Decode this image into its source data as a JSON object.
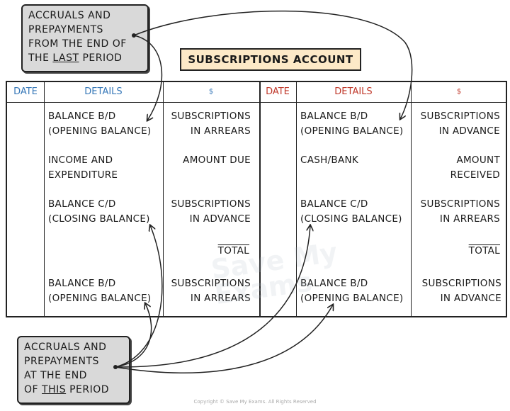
{
  "title": "SUBSCRIPTIONS ACCOUNT",
  "callout_last": {
    "lines": [
      "ACCRUALS AND",
      "PREPAYMENTS",
      "FROM THE END OF",
      "THE ",
      "LAST",
      " PERIOD"
    ]
  },
  "callout_this": {
    "lines": [
      "ACCRUALS AND",
      "PREPAYMENTS",
      "AT THE END",
      "OF ",
      "THIS",
      " PERIOD"
    ]
  },
  "headers": {
    "left": {
      "date": "DATE",
      "details": "DETAILS",
      "amount": "$"
    },
    "right": {
      "date": "DATE",
      "details": "DETAILS",
      "amount": "$"
    }
  },
  "rows": {
    "debit_details": [
      "BALANCE B/D\n(OPENING BALANCE)",
      "INCOME AND\nEXPENDITURE",
      "BALANCE C/D\n(CLOSING BALANCE)",
      "BALANCE B/D\n(OPENING BALANCE)"
    ],
    "debit_amounts": [
      "SUBSCRIPTIONS\nIN ARREARS",
      "AMOUNT DUE",
      "SUBSCRIPTIONS\nIN ADVANCE",
      "TOTAL",
      "SUBSCRIPTIONS\nIN ARREARS"
    ],
    "credit_details": [
      "BALANCE B/D\n(OPENING BALANCE)",
      "CASH/BANK",
      "BALANCE C/D\n(CLOSING BALANCE)",
      "BALANCE B/D\n(OPENING BALANCE)"
    ],
    "credit_amounts": [
      "SUBSCRIPTIONS\nIN ADVANCE",
      "AMOUNT\nRECEIVED",
      "SUBSCRIPTIONS\nIN ARREARS",
      "TOTAL",
      "SUBSCRIPTIONS\nIN ADVANCE"
    ]
  },
  "watermark": "Save My\nExams",
  "copyright": "Copyright © Save My Exams. All Rights Reserved"
}
